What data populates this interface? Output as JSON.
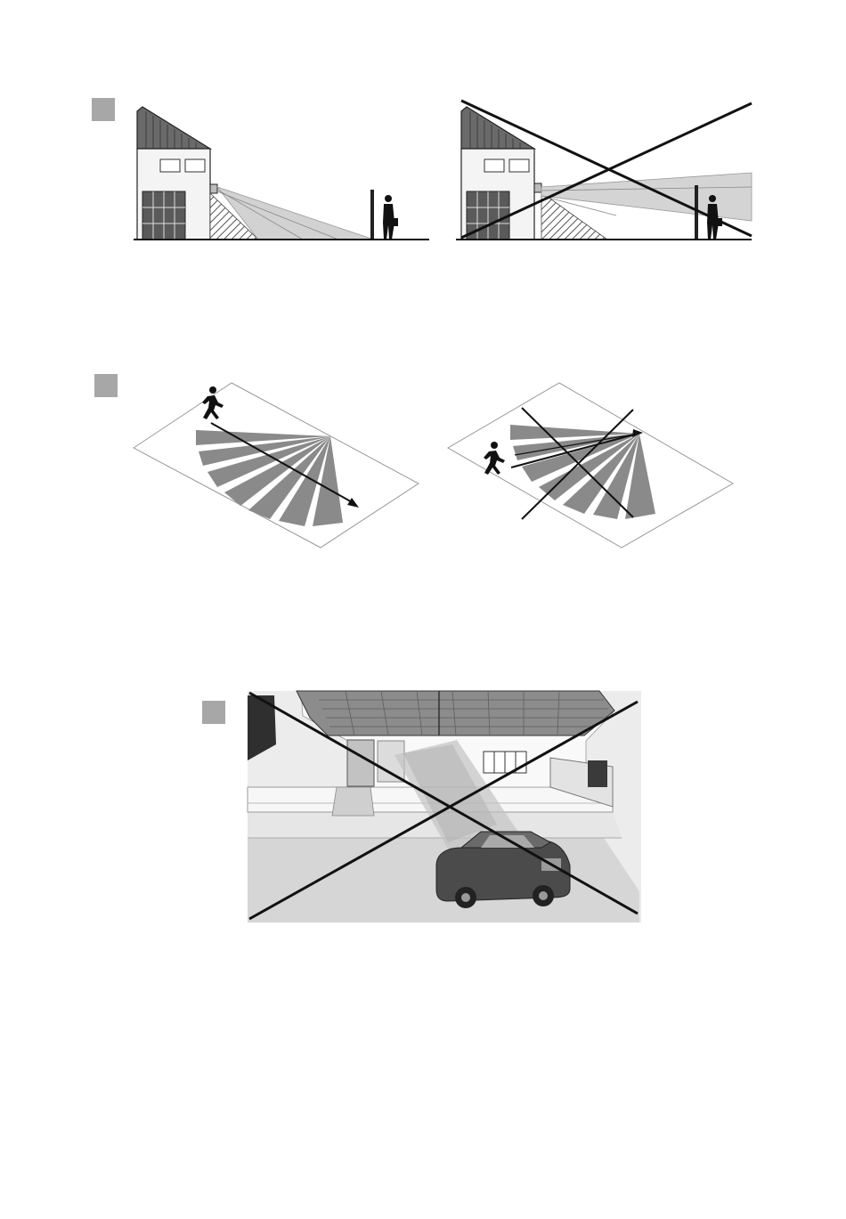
{
  "figures": [
    {
      "id": "fig-1",
      "panels": [
        {
          "state": "correct"
        },
        {
          "state": "incorrect",
          "crossed_out": true
        }
      ]
    },
    {
      "id": "fig-2",
      "panels": [
        {
          "state": "correct"
        },
        {
          "state": "incorrect",
          "crossed_out": true
        }
      ]
    },
    {
      "id": "fig-3",
      "panels": [
        {
          "state": "incorrect",
          "crossed_out": true
        }
      ]
    }
  ],
  "icons": [
    "house-icon",
    "person-icon",
    "running-person-icon",
    "car-icon",
    "sensor-icon"
  ],
  "colors": {
    "sensor_zone": "#8a8a8a",
    "beam": "#cfcfcf",
    "ink": "#111111",
    "badge": "#a7a7a7"
  }
}
